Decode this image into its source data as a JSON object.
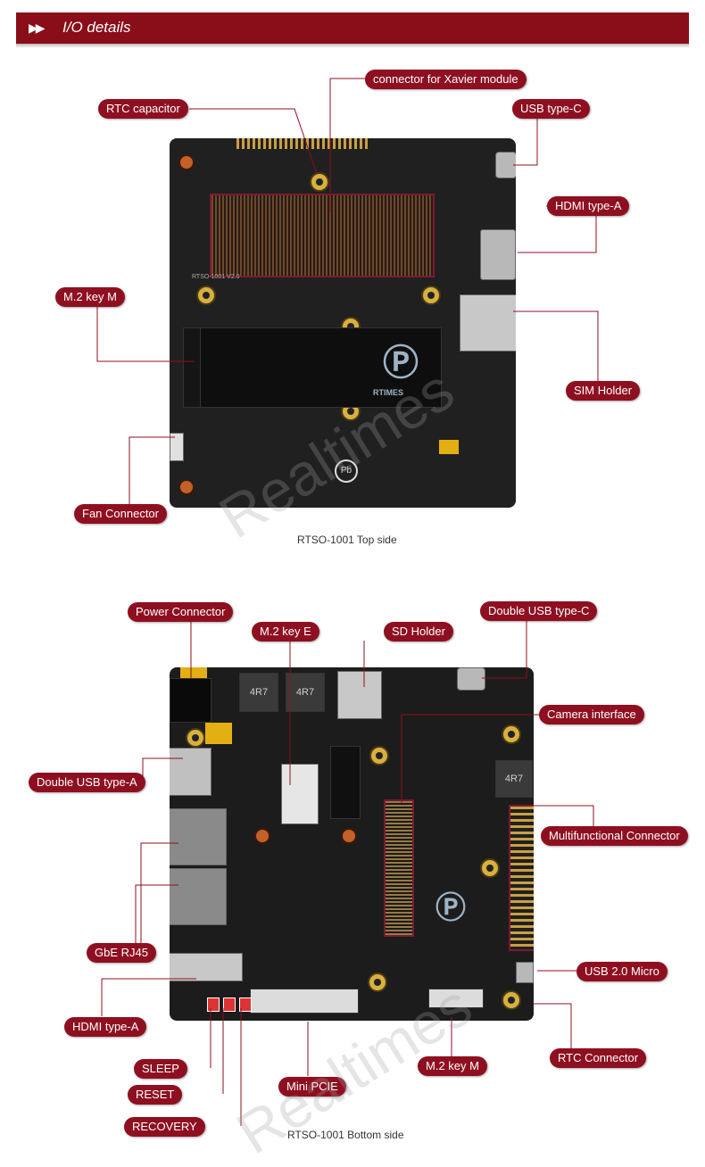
{
  "header": {
    "arrows": "▶▶",
    "title": "I/O details"
  },
  "top": {
    "caption": "RTSO-1001 Top side",
    "labels": {
      "connector": "connector for Xavier module",
      "rtc_cap": "RTC capacitor",
      "usb_c": "USB type-C",
      "hdmi_a": "HDMI type-A",
      "m2_key_m": "M.2 key M",
      "sim": "SIM Holder",
      "fan": "Fan Connector"
    },
    "board_text": {
      "model": "RTSO-1001 V2.0",
      "brand": "RTIMES"
    }
  },
  "bottom": {
    "caption": "RTSO-1001 Bottom side",
    "labels": {
      "power": "Power Connector",
      "m2_key_e": "M.2 key E",
      "sd": "SD Holder",
      "double_usb_c": "Double USB type-C",
      "camera": "Camera interface",
      "double_usb_a": "Double USB type-A",
      "multifunction": "Multifunctional Connector",
      "gbe": "GbE RJ45",
      "usb20_micro": "USB 2.0 Micro",
      "hdmi_a": "HDMI type-A",
      "rtc_connector": "RTC Connector",
      "sleep": "SLEEP",
      "reset": "RESET",
      "mini_pcie": "Mini PCIE",
      "m2_key_m": "M.2 key M",
      "recovery": "RECOVERY"
    },
    "board_text": {
      "inductor": "4R7"
    }
  },
  "watermark": "Realtimes",
  "colors": {
    "accent": "#8a0d1a",
    "label": "#8e1020",
    "lead_line": "#8e1020"
  }
}
